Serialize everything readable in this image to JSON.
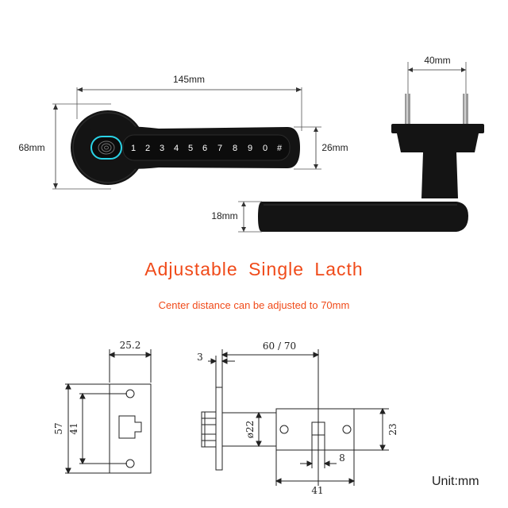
{
  "colors": {
    "accent": "#f04a19",
    "product": "#111111",
    "keypad_digits": "#ffffff",
    "fingerprint_ring": "#2ad3e6",
    "lines": "#222222"
  },
  "headline": "Adjustable  Single  Lacth",
  "subline": "Center distance can be adjusted to 70mm",
  "unit_label": "Unit:mm",
  "product_dims": {
    "handle_length": "145mm",
    "rose_height": "68mm",
    "handle_height": "26mm",
    "spindle_width": "40mm",
    "lever_thickness": "18mm"
  },
  "keypad": {
    "keys": [
      "1",
      "2",
      "3",
      "4",
      "5",
      "6",
      "7",
      "8",
      "9",
      "0",
      "#"
    ]
  },
  "icons": {
    "fingerprint": "fingerprint-icon"
  },
  "latch_dims": {
    "faceplate_width": "25.2",
    "faceplate_height": "57",
    "hole_spacing": "41",
    "face_thickness": "3",
    "backset": "60 / 70",
    "bolt_diameter": "ø22",
    "body_height": "23",
    "spindle_square": "8",
    "body_depth": "41"
  }
}
